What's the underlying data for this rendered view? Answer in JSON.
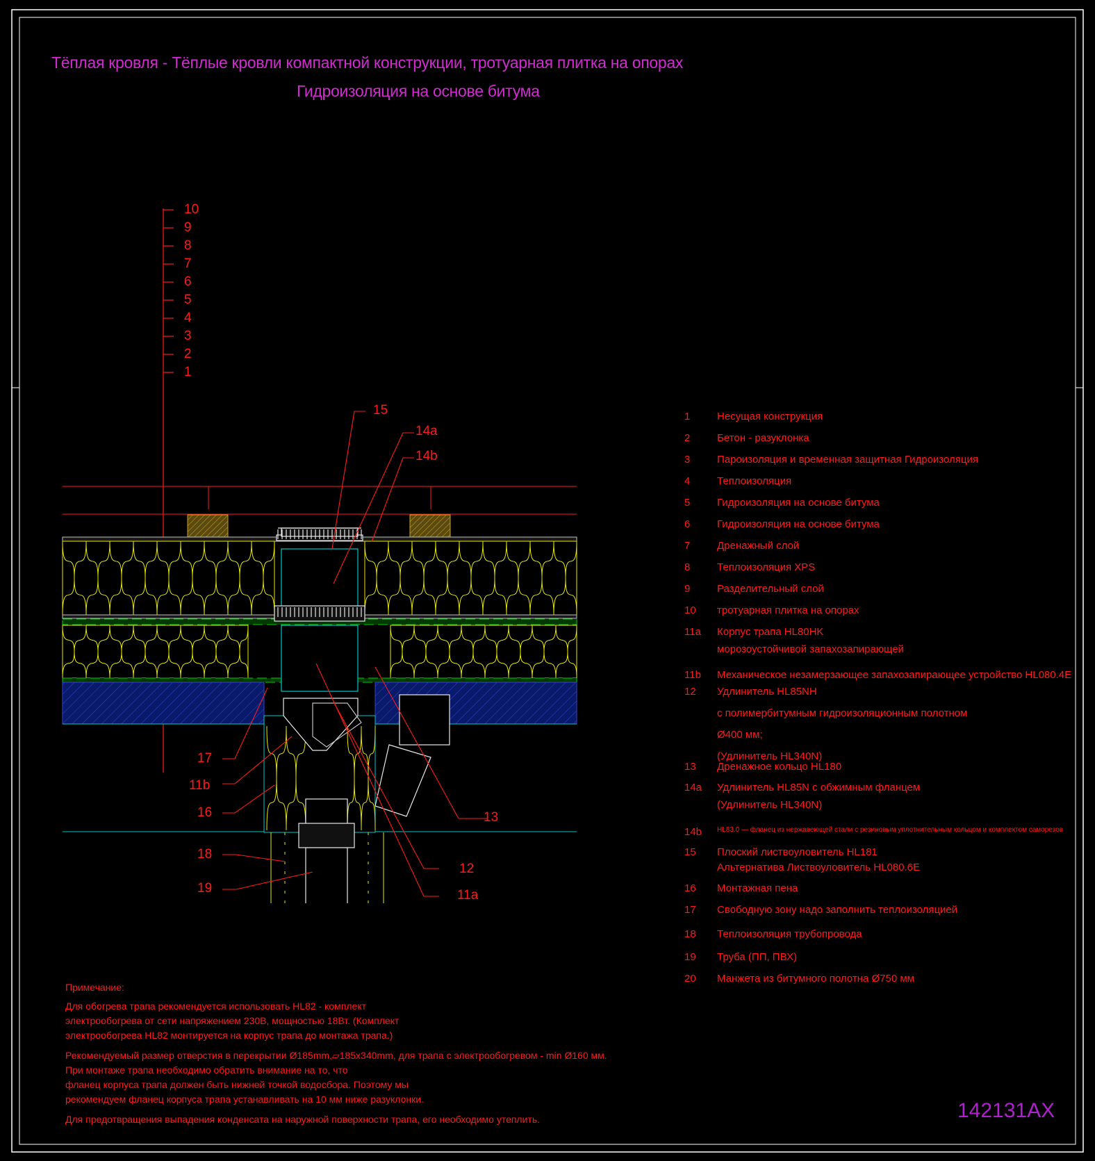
{
  "title": {
    "line1": "Тёплая кровля - Тёплые кровли компактной конструкции, тротуарная плитка на опорах",
    "line2": "Гидроизоляция на основе битума"
  },
  "drawing_code": "142131AX",
  "level_marks": [
    "10",
    "9",
    "8",
    "7",
    "6",
    "5",
    "4",
    "3",
    "2",
    "1"
  ],
  "callouts": {
    "c15": "15",
    "c14a": "14a",
    "c14b": "14b",
    "c17": "17",
    "c11b": "11b",
    "c16": "16",
    "c18": "18",
    "c19": "19",
    "c13": "13",
    "c12": "12",
    "c11a": "11a"
  },
  "legend": [
    {
      "num": "1",
      "lines": [
        "Несущая конструкция"
      ]
    },
    {
      "num": "2",
      "lines": [
        "Бетон - разуклонка"
      ]
    },
    {
      "num": "3",
      "lines": [
        "Пароизоляция и временная защитная Гидроизоляция"
      ]
    },
    {
      "num": "4",
      "lines": [
        "Теплоизоляция"
      ]
    },
    {
      "num": "5",
      "lines": [
        "Гидроизоляция на основе битума"
      ]
    },
    {
      "num": "6",
      "lines": [
        "Гидроизоляция на основе битума"
      ]
    },
    {
      "num": "7",
      "lines": [
        "Дренажный слой"
      ]
    },
    {
      "num": "8",
      "lines": [
        "Теплоизоляция XPS"
      ]
    },
    {
      "num": "9",
      "lines": [
        "Разделительный слой"
      ]
    },
    {
      "num": "10",
      "lines": [
        "тротуарная плитка на опорах"
      ]
    },
    {
      "num": "11a",
      "lines": [
        "Корпус трапа HL80HK",
        "морозоустойчивой запахозапирающей"
      ]
    },
    {
      "num": "11b",
      "lines": [
        "Механическое незамерзающее запахозапирающее устройство HL080.4E"
      ]
    },
    {
      "num": "12",
      "lines": [
        "Удлинитель HL85NH",
        " с полимербитумным гидроизоляционным полотном",
        "Ø400 мм;",
        "(Удлинитель HL340N)"
      ]
    },
    {
      "num": "13",
      "lines": [
        "Дренажное кольцо HL180"
      ]
    },
    {
      "num": "14a",
      "lines": [
        "Удлинитель HL85N с обжимным фланцем",
        "(Удлинитель HL340N)"
      ]
    },
    {
      "num": "14b",
      "lines": [
        "HL83.0 — фланец из нержавеющей стали с резиновым уплотнительным кольцом и комплектом саморезов"
      ]
    },
    {
      "num": "15",
      "lines": [
        "Плоский листвоуловитель HL181",
        "Альтернатива Листвоуловитель HL080.6E"
      ]
    },
    {
      "num": "16",
      "lines": [
        "Монтажная пена"
      ]
    },
    {
      "num": "17",
      "lines": [
        "Свободную зону надо заполнить теплоизоляцией"
      ]
    },
    {
      "num": "18",
      "lines": [
        "Теплоизоляция трубопровода"
      ]
    },
    {
      "num": "19",
      "lines": [
        "Труба (ПП, ПВХ)"
      ]
    },
    {
      "num": "20",
      "lines": [
        "Манжета из битумного полотна Ø750 мм"
      ]
    }
  ],
  "notes": {
    "heading": "Примечание:",
    "p1": [
      "Для обогрева трапа рекомендуется использовать HL82 - комплект",
      "электрообогрева от сети напряжением 230В, мощностью 18Вт. (Комплект",
      "электрообогрева HL82 монтируется на корпус трапа до монтажа трапа.)"
    ],
    "p2": [
      "Рекомендуемый размер отверстия в перекрытии Ø185mm,▱185x340mm, для трапа с электрообогревом - min Ø160 мм.",
      "При монтаже трапа необходимо обратить внимание на то, что",
      "фланец корпуса трапа должен быть нижней точкой водосбора. Поэтому мы",
      "рекомендуем фланец корпуса трапа устанавливать на 10 мм ниже разуклонки."
    ],
    "p3": [
      "Для предотвращения выпадения конденсата на наружной поверхности трапа, его необходимо утеплить."
    ]
  },
  "colors": {
    "frame": "#ffffff",
    "text_red": "#ff1a1a",
    "title_magenta": "#d22bd2",
    "insulation_yellow": "#e8e800",
    "membrane_green": "#00d000",
    "concrete_blue": "#2030a0",
    "pipe_cyan": "#00c8c8",
    "drain_white": "#e8e8e8"
  }
}
